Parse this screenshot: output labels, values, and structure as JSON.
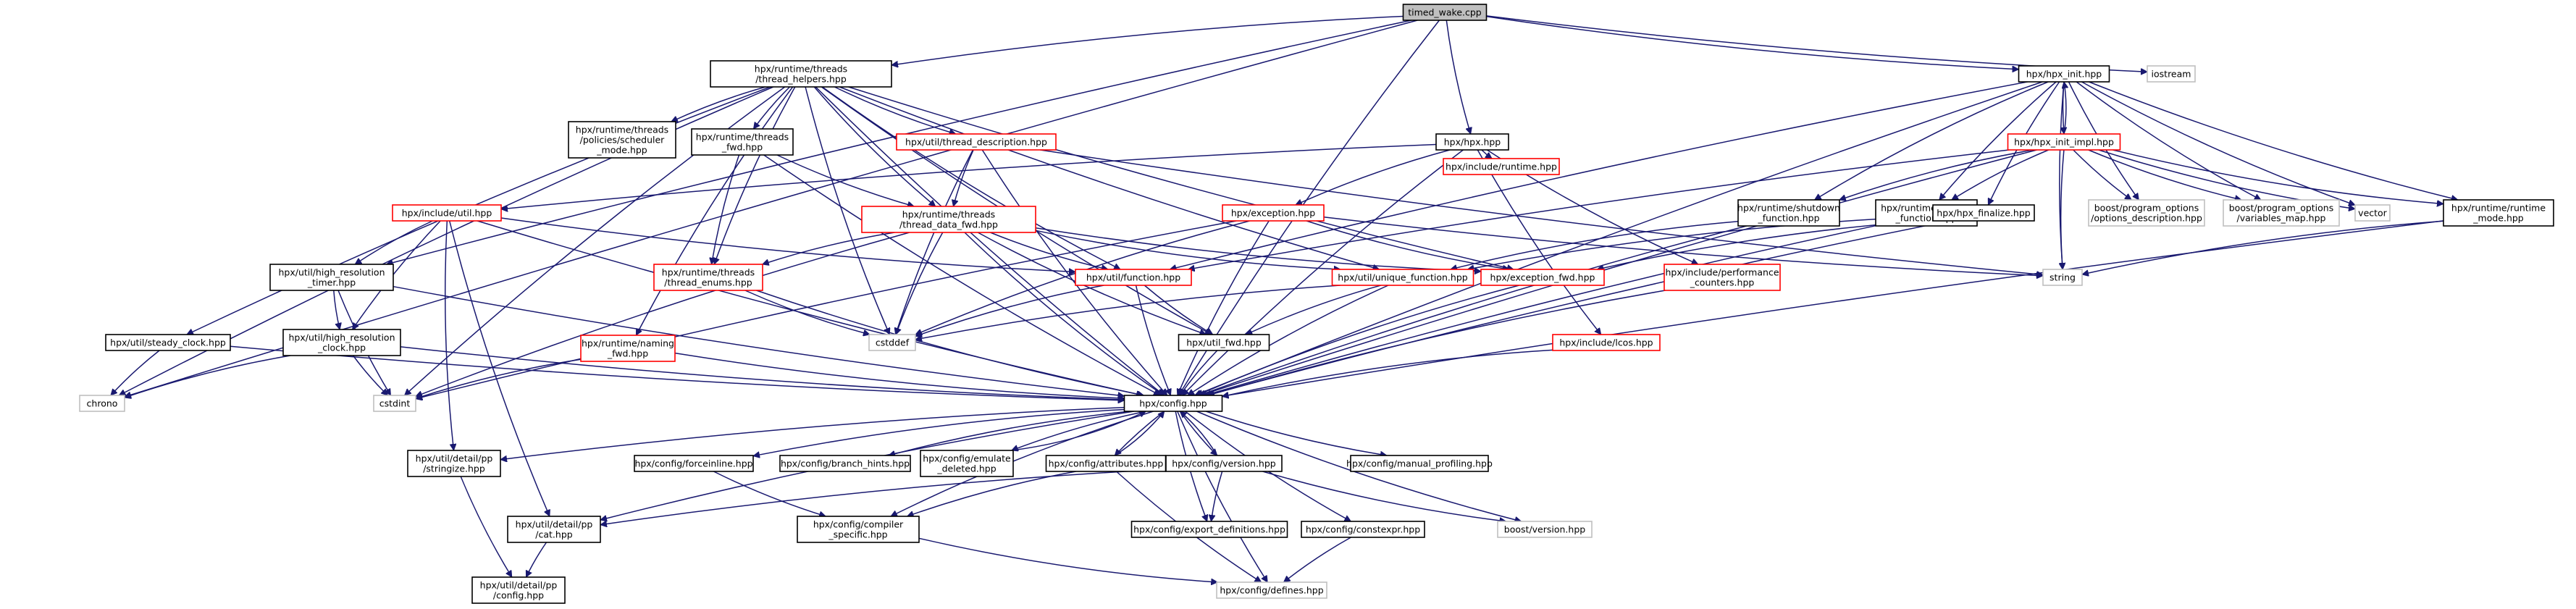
{
  "diagram": {
    "colors": {
      "edge": "#191970",
      "root_fill": "#bfbfbf",
      "normal_stroke": "#000000",
      "truncated_stroke": "#ff0000",
      "external_stroke": "#bfbfbf"
    },
    "nodes": [
      {
        "id": "timed_wake",
        "lines": [
          "timed_wake.cpp"
        ],
        "style": "root"
      },
      {
        "id": "thread_helpers",
        "lines": [
          "hpx/runtime/threads",
          "/thread_helpers.hpp"
        ],
        "style": "normal"
      },
      {
        "id": "hpx_init",
        "lines": [
          "hpx/hpx_init.hpp"
        ],
        "style": "normal"
      },
      {
        "id": "iostream",
        "lines": [
          "iostream"
        ],
        "style": "external"
      },
      {
        "id": "hpx_hpp",
        "lines": [
          "hpx/hpx.hpp"
        ],
        "style": "normal"
      },
      {
        "id": "hpx_init_impl",
        "lines": [
          "hpx/hpx_init_impl.hpp"
        ],
        "style": "truncated"
      },
      {
        "id": "scheduler_mode",
        "lines": [
          "hpx/runtime/threads",
          "/policies/scheduler",
          "_mode.hpp"
        ],
        "style": "normal"
      },
      {
        "id": "threads_fwd",
        "lines": [
          "hpx/runtime/threads",
          "_fwd.hpp"
        ],
        "style": "normal"
      },
      {
        "id": "thread_description",
        "lines": [
          "hpx/util/thread_description.hpp"
        ],
        "style": "truncated"
      },
      {
        "id": "include_runtime",
        "lines": [
          "hpx/include/runtime.hpp"
        ],
        "style": "truncated"
      },
      {
        "id": "include_util",
        "lines": [
          "hpx/include/util.hpp"
        ],
        "style": "truncated"
      },
      {
        "id": "exception",
        "lines": [
          "hpx/exception.hpp"
        ],
        "style": "truncated"
      },
      {
        "id": "thread_data_fwd",
        "lines": [
          "hpx/runtime/threads",
          "/thread_data_fwd.hpp"
        ],
        "style": "truncated"
      },
      {
        "id": "shutdown_function",
        "lines": [
          "hpx/runtime/shutdown",
          "_function.hpp"
        ],
        "style": "normal"
      },
      {
        "id": "startup_function",
        "lines": [
          "hpx/runtime/startup",
          "_function.hpp"
        ],
        "style": "normal"
      },
      {
        "id": "hpx_finalize",
        "lines": [
          "hpx/hpx_finalize.hpp"
        ],
        "style": "normal"
      },
      {
        "id": "po_options_description",
        "lines": [
          "boost/program_options",
          "/options_description.hpp"
        ],
        "style": "external"
      },
      {
        "id": "po_variables_map",
        "lines": [
          "boost/program_options",
          "/variables_map.hpp"
        ],
        "style": "external"
      },
      {
        "id": "vector",
        "lines": [
          "vector"
        ],
        "style": "external"
      },
      {
        "id": "runtime_mode",
        "lines": [
          "hpx/runtime/runtime",
          "_mode.hpp"
        ],
        "style": "normal"
      },
      {
        "id": "high_resolution_timer",
        "lines": [
          "hpx/util/high_resolution",
          "_timer.hpp"
        ],
        "style": "normal"
      },
      {
        "id": "thread_enums",
        "lines": [
          "hpx/runtime/threads",
          "/thread_enums.hpp"
        ],
        "style": "truncated"
      },
      {
        "id": "util_function",
        "lines": [
          "hpx/util/function.hpp"
        ],
        "style": "truncated"
      },
      {
        "id": "unique_function",
        "lines": [
          "hpx/util/unique_function.hpp"
        ],
        "style": "truncated"
      },
      {
        "id": "exception_fwd",
        "lines": [
          "hpx/exception_fwd.hpp"
        ],
        "style": "truncated"
      },
      {
        "id": "performance_counters",
        "lines": [
          "hpx/include/performance",
          "_counters.hpp"
        ],
        "style": "truncated"
      },
      {
        "id": "string",
        "lines": [
          "string"
        ],
        "style": "external"
      },
      {
        "id": "steady_clock",
        "lines": [
          "hpx/util/steady_clock.hpp"
        ],
        "style": "normal"
      },
      {
        "id": "high_resolution_clock",
        "lines": [
          "hpx/util/high_resolution",
          "_clock.hpp"
        ],
        "style": "normal"
      },
      {
        "id": "naming_fwd",
        "lines": [
          "hpx/runtime/naming",
          "_fwd.hpp"
        ],
        "style": "truncated"
      },
      {
        "id": "cstddef",
        "lines": [
          "cstddef"
        ],
        "style": "external"
      },
      {
        "id": "util_fwd",
        "lines": [
          "hpx/util_fwd.hpp"
        ],
        "style": "normal"
      },
      {
        "id": "include_lcos",
        "lines": [
          "hpx/include/lcos.hpp"
        ],
        "style": "truncated"
      },
      {
        "id": "chrono",
        "lines": [
          "chrono"
        ],
        "style": "external"
      },
      {
        "id": "cstdint",
        "lines": [
          "cstdint"
        ],
        "style": "external"
      },
      {
        "id": "config",
        "lines": [
          "hpx/config.hpp"
        ],
        "style": "normal"
      },
      {
        "id": "stringize",
        "lines": [
          "hpx/util/detail/pp",
          "/stringize.hpp"
        ],
        "style": "normal"
      },
      {
        "id": "forceinline",
        "lines": [
          "hpx/config/forceinline.hpp"
        ],
        "style": "normal"
      },
      {
        "id": "branch_hints",
        "lines": [
          "hpx/config/branch_hints.hpp"
        ],
        "style": "normal"
      },
      {
        "id": "emulate_deleted",
        "lines": [
          "hpx/config/emulate",
          "_deleted.hpp"
        ],
        "style": "normal"
      },
      {
        "id": "attributes",
        "lines": [
          "hpx/config/attributes.hpp"
        ],
        "style": "normal"
      },
      {
        "id": "version",
        "lines": [
          "hpx/config/version.hpp"
        ],
        "style": "normal"
      },
      {
        "id": "manual_profiling",
        "lines": [
          "hpx/config/manual_profiling.hpp"
        ],
        "style": "normal"
      },
      {
        "id": "pp_cat",
        "lines": [
          "hpx/util/detail/pp",
          "/cat.hpp"
        ],
        "style": "normal"
      },
      {
        "id": "compiler_specific",
        "lines": [
          "hpx/config/compiler",
          "_specific.hpp"
        ],
        "style": "normal"
      },
      {
        "id": "export_definitions",
        "lines": [
          "hpx/config/export_definitions.hpp"
        ],
        "style": "normal"
      },
      {
        "id": "constexpr",
        "lines": [
          "hpx/config/constexpr.hpp"
        ],
        "style": "normal"
      },
      {
        "id": "boost_version",
        "lines": [
          "boost/version.hpp"
        ],
        "style": "external"
      },
      {
        "id": "pp_config",
        "lines": [
          "hpx/util/detail/pp",
          "/config.hpp"
        ],
        "style": "normal"
      },
      {
        "id": "defines",
        "lines": [
          "hpx/config/defines.hpp"
        ],
        "style": "external"
      }
    ],
    "edges": [
      [
        "timed_wake",
        "thread_helpers"
      ],
      [
        "timed_wake",
        "hpx_init"
      ],
      [
        "timed_wake",
        "iostream"
      ],
      [
        "timed_wake",
        "hpx_hpp"
      ],
      [
        "timed_wake",
        "chrono"
      ],
      [
        "timed_wake",
        "high_resolution_timer"
      ],
      [
        "timed_wake",
        "config"
      ],
      [
        "thread_helpers",
        "scheduler_mode"
      ],
      [
        "thread_helpers",
        "threads_fwd"
      ],
      [
        "thread_helpers",
        "thread_description"
      ],
      [
        "thread_helpers",
        "thread_data_fwd"
      ],
      [
        "thread_helpers",
        "thread_enums"
      ],
      [
        "thread_helpers",
        "util_function"
      ],
      [
        "thread_helpers",
        "unique_function"
      ],
      [
        "thread_helpers",
        "exception_fwd"
      ],
      [
        "thread_helpers",
        "steady_clock"
      ],
      [
        "thread_helpers",
        "naming_fwd"
      ],
      [
        "thread_helpers",
        "cstddef"
      ],
      [
        "thread_helpers",
        "util_fwd"
      ],
      [
        "thread_helpers",
        "chrono"
      ],
      [
        "thread_helpers",
        "cstdint"
      ],
      [
        "thread_helpers",
        "config"
      ],
      [
        "threads_fwd",
        "thread_data_fwd"
      ],
      [
        "threads_fwd",
        "thread_enums"
      ],
      [
        "threads_fwd",
        "config"
      ],
      [
        "thread_description",
        "thread_data_fwd"
      ],
      [
        "thread_description",
        "cstddef"
      ],
      [
        "thread_description",
        "config"
      ],
      [
        "thread_description",
        "string"
      ],
      [
        "thread_data_fwd",
        "thread_enums"
      ],
      [
        "thread_data_fwd",
        "util_function"
      ],
      [
        "thread_data_fwd",
        "unique_function"
      ],
      [
        "thread_data_fwd",
        "exception_fwd"
      ],
      [
        "thread_data_fwd",
        "cstddef"
      ],
      [
        "thread_data_fwd",
        "cstdint"
      ],
      [
        "thread_data_fwd",
        "util_fwd"
      ],
      [
        "thread_data_fwd",
        "config"
      ],
      [
        "hpx_init",
        "hpx_init_impl"
      ],
      [
        "hpx_init",
        "shutdown_function"
      ],
      [
        "hpx_init",
        "startup_function"
      ],
      [
        "hpx_init",
        "hpx_finalize"
      ],
      [
        "hpx_init",
        "po_options_description"
      ],
      [
        "hpx_init",
        "po_variables_map"
      ],
      [
        "hpx_init",
        "vector"
      ],
      [
        "hpx_init",
        "runtime_mode"
      ],
      [
        "hpx_init",
        "string"
      ],
      [
        "hpx_init",
        "util_function"
      ],
      [
        "hpx_init",
        "config"
      ],
      [
        "hpx_init_impl",
        "hpx_init"
      ],
      [
        "hpx_init_impl",
        "shutdown_function"
      ],
      [
        "hpx_init_impl",
        "startup_function"
      ],
      [
        "hpx_init_impl",
        "po_options_description"
      ],
      [
        "hpx_init_impl",
        "po_variables_map"
      ],
      [
        "hpx_init_impl",
        "vector"
      ],
      [
        "hpx_init_impl",
        "runtime_mode"
      ],
      [
        "hpx_init_impl",
        "string"
      ],
      [
        "hpx_init_impl",
        "util_function"
      ],
      [
        "hpx_init_impl",
        "config"
      ],
      [
        "hpx_hpp",
        "include_util"
      ],
      [
        "hpx_hpp",
        "exception"
      ],
      [
        "hpx_hpp",
        "include_runtime"
      ],
      [
        "hpx_hpp",
        "performance_counters"
      ],
      [
        "hpx_hpp",
        "include_lcos"
      ],
      [
        "hpx_hpp",
        "config"
      ],
      [
        "include_util",
        "high_resolution_timer"
      ],
      [
        "include_util",
        "high_resolution_clock"
      ],
      [
        "include_util",
        "util_function"
      ],
      [
        "include_util",
        "stringize"
      ],
      [
        "include_util",
        "pp_cat"
      ],
      [
        "include_util",
        "config"
      ],
      [
        "exception",
        "exception_fwd"
      ],
      [
        "exception",
        "cstdint"
      ],
      [
        "exception",
        "cstddef"
      ],
      [
        "exception",
        "string"
      ],
      [
        "exception",
        "config"
      ],
      [
        "shutdown_function",
        "unique_function"
      ],
      [
        "shutdown_function",
        "config"
      ],
      [
        "startup_function",
        "unique_function"
      ],
      [
        "startup_function",
        "config"
      ],
      [
        "hpx_finalize",
        "exception_fwd"
      ],
      [
        "hpx_finalize",
        "config"
      ],
      [
        "runtime_mode",
        "string"
      ],
      [
        "runtime_mode",
        "config"
      ],
      [
        "high_resolution_timer",
        "high_resolution_clock"
      ],
      [
        "high_resolution_timer",
        "cstdint"
      ],
      [
        "high_resolution_timer",
        "config"
      ],
      [
        "thread_enums",
        "cstddef"
      ],
      [
        "thread_enums",
        "config"
      ],
      [
        "util_function",
        "util_fwd"
      ],
      [
        "util_function",
        "cstddef"
      ],
      [
        "util_function",
        "config"
      ],
      [
        "unique_function",
        "util_fwd"
      ],
      [
        "unique_function",
        "cstddef"
      ],
      [
        "unique_function",
        "config"
      ],
      [
        "exception_fwd",
        "config"
      ],
      [
        "performance_counters",
        "config"
      ],
      [
        "include_lcos",
        "config"
      ],
      [
        "steady_clock",
        "chrono"
      ],
      [
        "steady_clock",
        "config"
      ],
      [
        "high_resolution_clock",
        "chrono"
      ],
      [
        "high_resolution_clock",
        "cstdint"
      ],
      [
        "high_resolution_clock",
        "config"
      ],
      [
        "naming_fwd",
        "cstdint"
      ],
      [
        "naming_fwd",
        "config"
      ],
      [
        "util_fwd",
        "config"
      ],
      [
        "config",
        "stringize"
      ],
      [
        "config",
        "forceinline"
      ],
      [
        "config",
        "branch_hints"
      ],
      [
        "config",
        "emulate_deleted"
      ],
      [
        "config",
        "attributes"
      ],
      [
        "config",
        "version"
      ],
      [
        "config",
        "manual_profiling"
      ],
      [
        "config",
        "pp_cat"
      ],
      [
        "config",
        "compiler_specific"
      ],
      [
        "config",
        "export_definitions"
      ],
      [
        "config",
        "constexpr"
      ],
      [
        "config",
        "boost_version"
      ],
      [
        "config",
        "defines"
      ],
      [
        "stringize",
        "pp_config"
      ],
      [
        "pp_cat",
        "pp_config"
      ],
      [
        "forceinline",
        "compiler_specific"
      ],
      [
        "emulate_deleted",
        "config"
      ],
      [
        "attributes",
        "config"
      ],
      [
        "attributes",
        "compiler_specific"
      ],
      [
        "attributes",
        "defines"
      ],
      [
        "version",
        "config"
      ],
      [
        "version",
        "export_definitions"
      ],
      [
        "version",
        "pp_cat"
      ],
      [
        "version",
        "boost_version"
      ],
      [
        "compiler_specific",
        "defines"
      ],
      [
        "constexpr",
        "defines"
      ]
    ]
  }
}
